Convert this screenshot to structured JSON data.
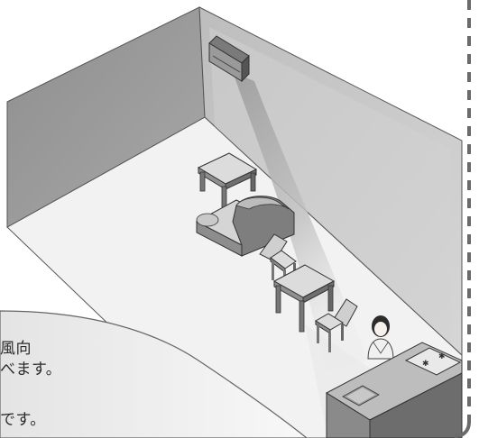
{
  "caption": {
    "line1": "風向",
    "line2": "べます。",
    "line3": "です。"
  },
  "colors": {
    "left_wall": "#9a9a9a",
    "back_wall": "#c7c7c7",
    "floor": "#f2f2f2",
    "airflow": "#a8a8a8",
    "furniture_top": "#d9d9d9",
    "furniture_side": "#8a8a8a",
    "dashed_border": "#6a6a6a"
  },
  "icons": [
    "air-conditioner-icon",
    "coffee-table-icon",
    "sofa-icon",
    "dining-chair-icon",
    "dining-table-icon",
    "woman-figure-icon",
    "kitchen-counter-icon",
    "gas-stove-icon"
  ]
}
